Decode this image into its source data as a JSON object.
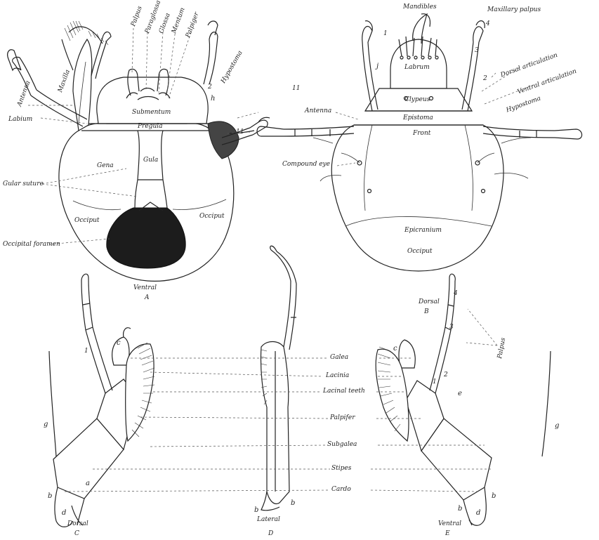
{
  "figure_a": {
    "labels": {
      "palpus": "Palpus",
      "paraglossa": "Paraglossa",
      "glossa": "Glossa",
      "mentum": "Mentum",
      "palpiger": "Palpiger",
      "hypostoma": "Hypostoma",
      "maxilla": "Maxilla",
      "antenna": "Antenna",
      "labium": "Labium",
      "submentum": "Submentum",
      "pregula": "Pregula",
      "gena": "Gena",
      "gula": "Gula",
      "gular_suture": "Gular suture",
      "occiput_left": "Occiput",
      "occiput_right": "Occiput",
      "occipital_foramen": "Occipital foramen"
    },
    "view": "Ventral",
    "letter": "A",
    "marks": {
      "h": "h",
      "two": "2",
      "eleven_a": "11",
      "eleven_b": "11"
    }
  },
  "figure_b": {
    "labels": {
      "mandibles": "Mandibles",
      "maxillary_palpus": "Maxillary palpus",
      "labrum": "Labrum",
      "dorsal_articulation": "Dorsal articulation",
      "ventral_articulation": "Ventral articulation",
      "clypeus": "Clypeus",
      "hypostoma": "Hypostoma",
      "antenna": "Antenna",
      "epistoma": "Epistoma",
      "front": "Front",
      "compound_eye": "Compound eye",
      "epicranium": "Epicranium",
      "occiput": "Occiput"
    },
    "view": "Dorsal",
    "letter": "B",
    "marks": {
      "one": "1",
      "j": "j",
      "two": "2",
      "four": "4",
      "three": "3"
    }
  },
  "lower_figures": {
    "center_labels": [
      "Galea",
      "Lacinia",
      "Lacinal teeth",
      "Palpifer",
      "Subgalea",
      "Stipes",
      "Cardo"
    ],
    "palpus": "Palpus",
    "c": {
      "view": "Dorsal",
      "letter": "C"
    },
    "d": {
      "view": "Lateral",
      "letter": "D"
    },
    "e": {
      "view": "Ventral",
      "letter": "E"
    },
    "marks": {
      "c": "c",
      "g": "g",
      "a": "a",
      "b": "b",
      "d": "d",
      "e": "e",
      "one": "1",
      "two": "2",
      "three": "3",
      "four": "4"
    }
  }
}
